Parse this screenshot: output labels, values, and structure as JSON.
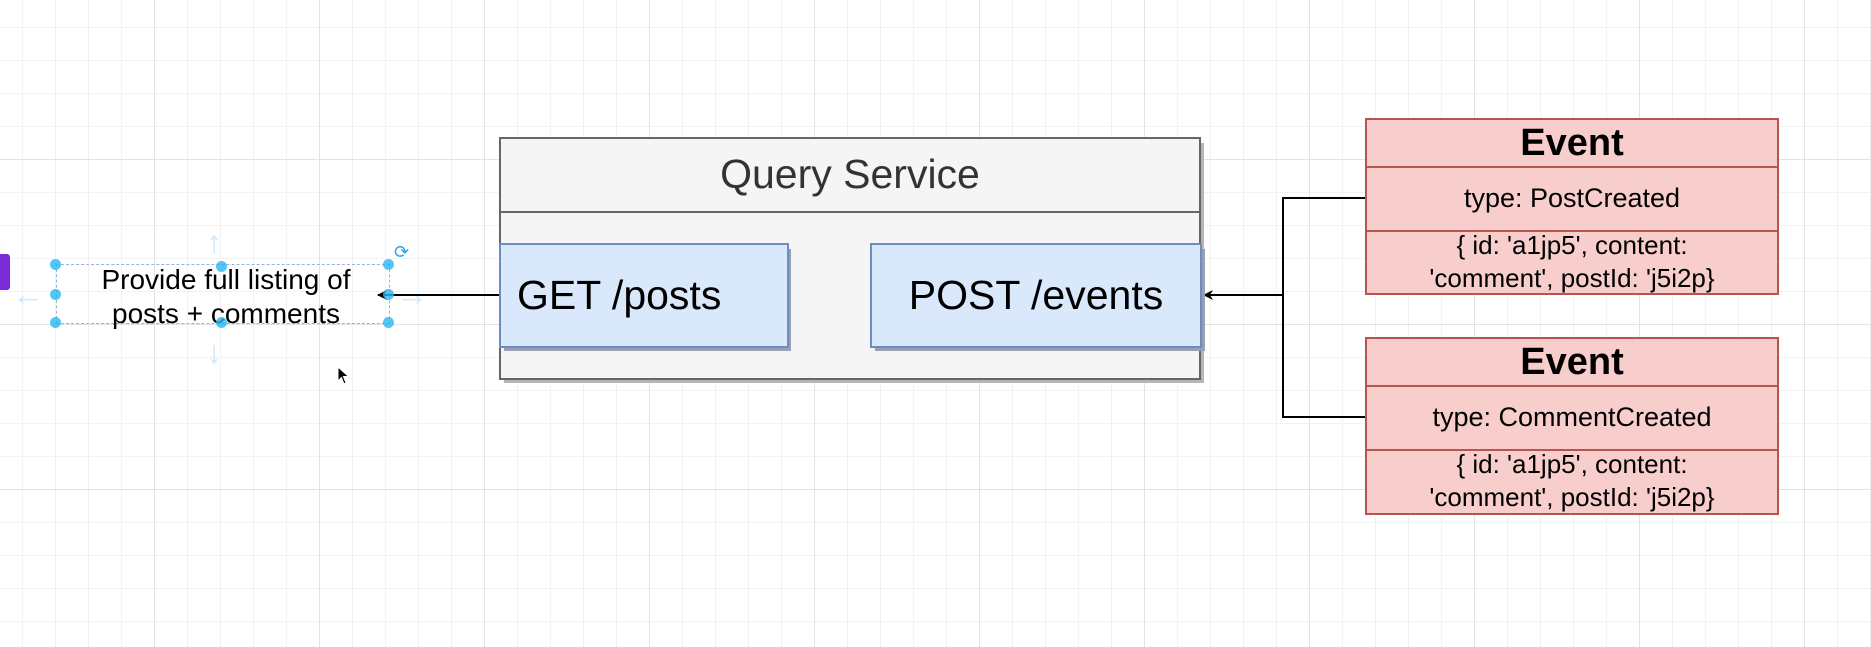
{
  "query_service": {
    "title": "Query Service",
    "get_route": "GET /posts",
    "post_route": "POST /events"
  },
  "events": [
    {
      "header": "Event",
      "type": "type: PostCreated",
      "body_line1": "{ id: 'a1jp5', content:",
      "body_line2": "'comment', postId: 'j5i2p}"
    },
    {
      "header": "Event",
      "type": "type: CommentCreated",
      "body_line1": "{ id: 'a1jp5', content:",
      "body_line2": "'comment', postId: 'j5i2p}"
    }
  ],
  "annotation": {
    "line1": "Provide full listing of",
    "line2": "posts + comments"
  },
  "colors": {
    "container_fill": "#f5f5f5",
    "container_stroke": "#666666",
    "route_fill": "#dae8fc",
    "route_stroke": "#6c8ebf",
    "event_fill": "#f8cecc",
    "event_stroke": "#b85450",
    "selection_handle": "#29b6f2"
  }
}
